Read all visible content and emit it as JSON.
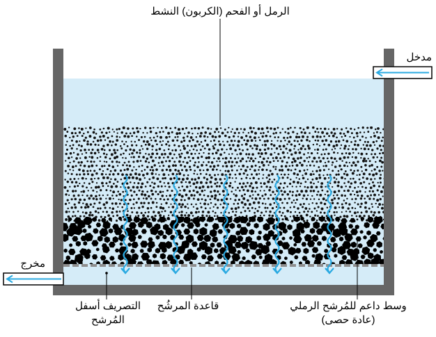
{
  "labels": {
    "top_media": "الرمل أو الفحم (الكربون) النشط",
    "inlet": "مدخل",
    "outlet": "مخرج",
    "underdrain_line1": "التصريف أسفل",
    "underdrain_line2": "المُرشح",
    "filter_floor": "قاعدة المرشُح",
    "support_line1": "وسط داعم للمُرشح الرملي",
    "support_line2": "(عادة حصى)"
  },
  "colors": {
    "wall": "#666666",
    "water": "#d5ecf8",
    "flow_arrow": "#29a9e1",
    "dashed_floor": "#8f8f8f",
    "sand_dot": "#111111",
    "gravel": "#000000"
  },
  "icons": {
    "flow": "wavy-down-arrow-icon",
    "inlet": "pipe-arrow-left-icon",
    "outlet": "pipe-arrow-left-icon"
  }
}
